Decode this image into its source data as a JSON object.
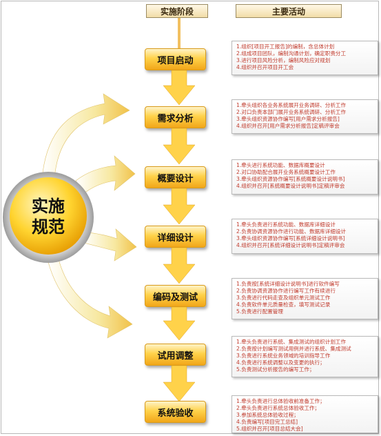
{
  "headers": {
    "phase": "实施阶段",
    "activity": "主要活动"
  },
  "center": {
    "line1": "实施",
    "line2": "规范"
  },
  "stages": [
    {
      "name": "项目启动",
      "activities": [
        "1.组织[项目开工报告]的编制，含总体计划",
        "2.组成项目团队，编制沟通计划，确定职责分工",
        "3.进行项目风险分析，编制风险应对规划",
        "4.组织并召开项目开工会"
      ]
    },
    {
      "name": "需求分析",
      "activities": [
        "1.牵头组织各业务系统展开业务调研、分析工作",
        "2.对口负责本部门展开业务系统调研、分析工作",
        "3.牵头组织资源协作编写[用户需求分析报告]",
        "4.组织并召开[用户需求分析报告]定稿评审会"
      ]
    },
    {
      "name": "概要设计",
      "activities": [
        "1.牵头进行系统功能、数据库概要设计",
        "2.对口协助配合展开业务系统概要设计工作",
        "3.牵头组织资源协作编写[系统概要设计说明书]",
        "4.组织并召开[系统概要设计说明书]定稿评审会"
      ]
    },
    {
      "name": "详细设计",
      "activities": [
        "1.牵头负责进行系统功能、数据库详细设计",
        "2.负责协调资源协作进行功能、数据库详细设计",
        "3.牵头组织资源协作编写[系统详细设计说明书]",
        "4.组织并召开[系统详细设计说明书]定稿评审会"
      ]
    },
    {
      "name": "编码及测试",
      "activities": [
        "1.负责按[系统详细设计说明书]进行软件编写",
        "2.负责协调资源协作进行编写工作有续进行",
        "3.负责进行代码走查及组织单元测试工作",
        "4.负责软件单元质量检查，填写测试记录",
        "5.负责进行配置管理"
      ]
    },
    {
      "name": "试用调整",
      "activities": [
        "1.牵头负责进行系统、集成测试的组织计划工作",
        "2.负责按计划编写测试用例并进行系统、集成测试",
        "3.负责进行系统业务领域的培训指导工作",
        "4.负责进行系统调整以及变更的执行；",
        "5.负责测试分析报告的编写工作；"
      ]
    },
    {
      "name": "系统验收",
      "activities": [
        "1.牵头负责进行总体验收前准备工作；",
        "2.牵头负责进行系统总体验收工作；",
        "3.参加系统总体验收过程；",
        "4.负责编写[项目完工总结]",
        "5.组织并召开[项目总结大会]"
      ]
    }
  ]
}
